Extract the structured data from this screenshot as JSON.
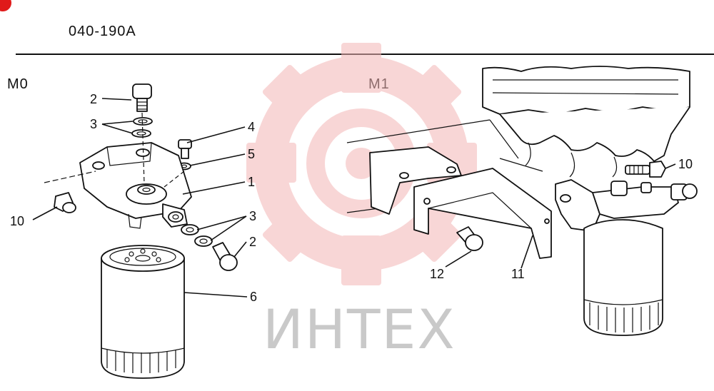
{
  "diagram": {
    "code": "040-190A",
    "views": {
      "m0": "M0",
      "m1": "M1"
    },
    "watermark": "ИНТЕХ",
    "callouts": {
      "m0_2_top": "2",
      "m0_3_top": "3",
      "m0_4": "4",
      "m0_5": "5",
      "m0_1": "1",
      "m0_10": "10",
      "m0_3_bottom": "3",
      "m0_2_bottom": "2",
      "m0_6": "6",
      "m1_10": "10",
      "m1_12": "12",
      "m1_11": "11"
    },
    "colors": {
      "watermark_red": "#f3b6b6",
      "watermark_gray": "#c9c9c9",
      "line": "#111111"
    }
  }
}
